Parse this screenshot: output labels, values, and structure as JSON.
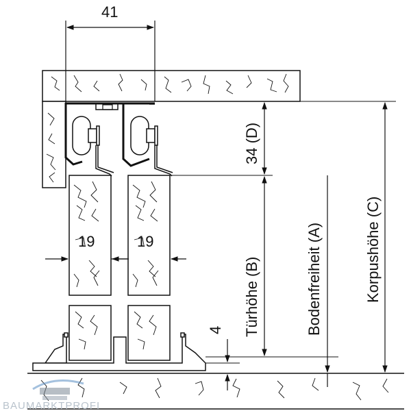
{
  "dimensions": {
    "top_width": "41",
    "rail_height": "34 (D)",
    "door_thickness_left": "19",
    "door_thickness_right": "19",
    "floor_gap": "4"
  },
  "labels": {
    "door_height": "Türhöhe (B)",
    "floor_clearance": "Bodenfreiheit (A)",
    "carcass_height": "Korpushöhe (C)"
  },
  "watermark": {
    "text": "BAUMARKTPROFI",
    "logo": "baumarktprofi-logo"
  },
  "colors": {
    "line": "#111111",
    "watermark": "#b9c3cc"
  }
}
